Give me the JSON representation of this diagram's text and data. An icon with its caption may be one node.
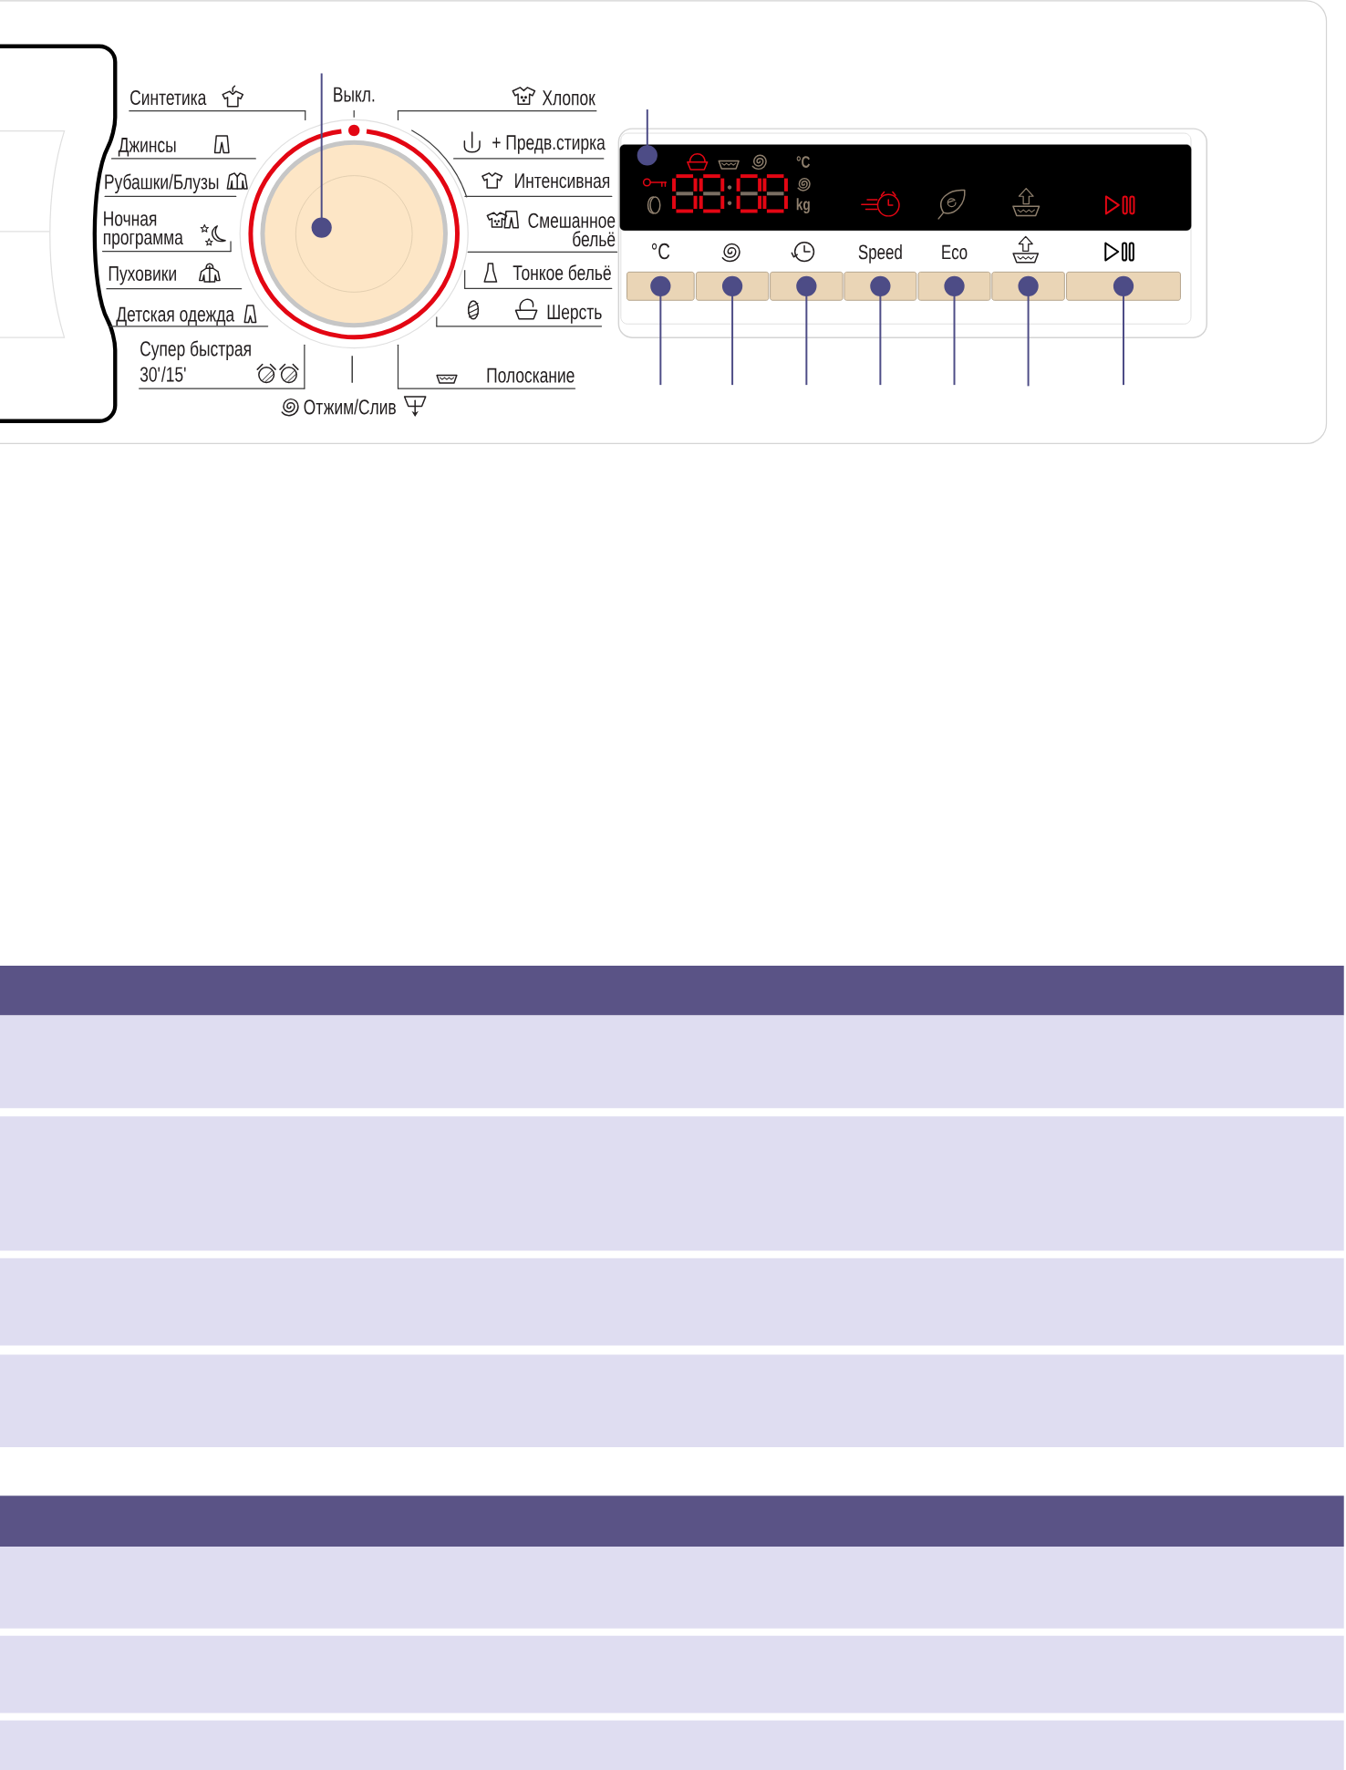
{
  "diagram": {
    "nodes": [
      {
        "text": [],
        "shape": "circle"
      },
      {
        "text": [
          "°C",
          "kg"
        ]
      },
      {
        "text": [
          "°C"
        ]
      },
      {
        "text": [],
        "shape": "box"
      },
      {
        "text": [],
        "shape": "box"
      },
      {
        "text": [
          "Speed"
        ]
      },
      {
        "text": [
          "Eco"
        ]
      },
      {
        "text": [],
        "shape": "box"
      },
      {
        "text": [],
        "shape": "box"
      }
    ],
    "edges": [
      {
        "from": null,
        "to": 0,
        "arrow": "other"
      },
      {
        "from": null,
        "to": 1,
        "arrow": "other"
      },
      {
        "from": null,
        "to": 2,
        "arrow": "other"
      },
      {
        "from": null,
        "to": 3,
        "arrow": "other"
      },
      {
        "from": null,
        "to": 4,
        "arrow": "other"
      },
      {
        "from": null,
        "to": 5,
        "arrow": "other"
      },
      {
        "from": null,
        "to": 6,
        "arrow": "other"
      },
      {
        "from": null,
        "to": 7,
        "arrow": "other"
      },
      {
        "from": null,
        "to": 8,
        "arrow": "other"
      }
    ],
    "labels": [
      "Синтетика",
      "Выкл.",
      "Хлопок",
      "Джинсы",
      "+ Предв.стирка",
      "Рубашки/Блузы",
      "Интенсивная",
      "Ночная программа",
      "Смешанное бельё",
      "Пуховики",
      "Тонкое бельё",
      "Детская одежда",
      "Шерсть",
      "Супер быстрая 30'/15'",
      "Полоскание",
      "Отжим/Слив"
    ]
  }
}
